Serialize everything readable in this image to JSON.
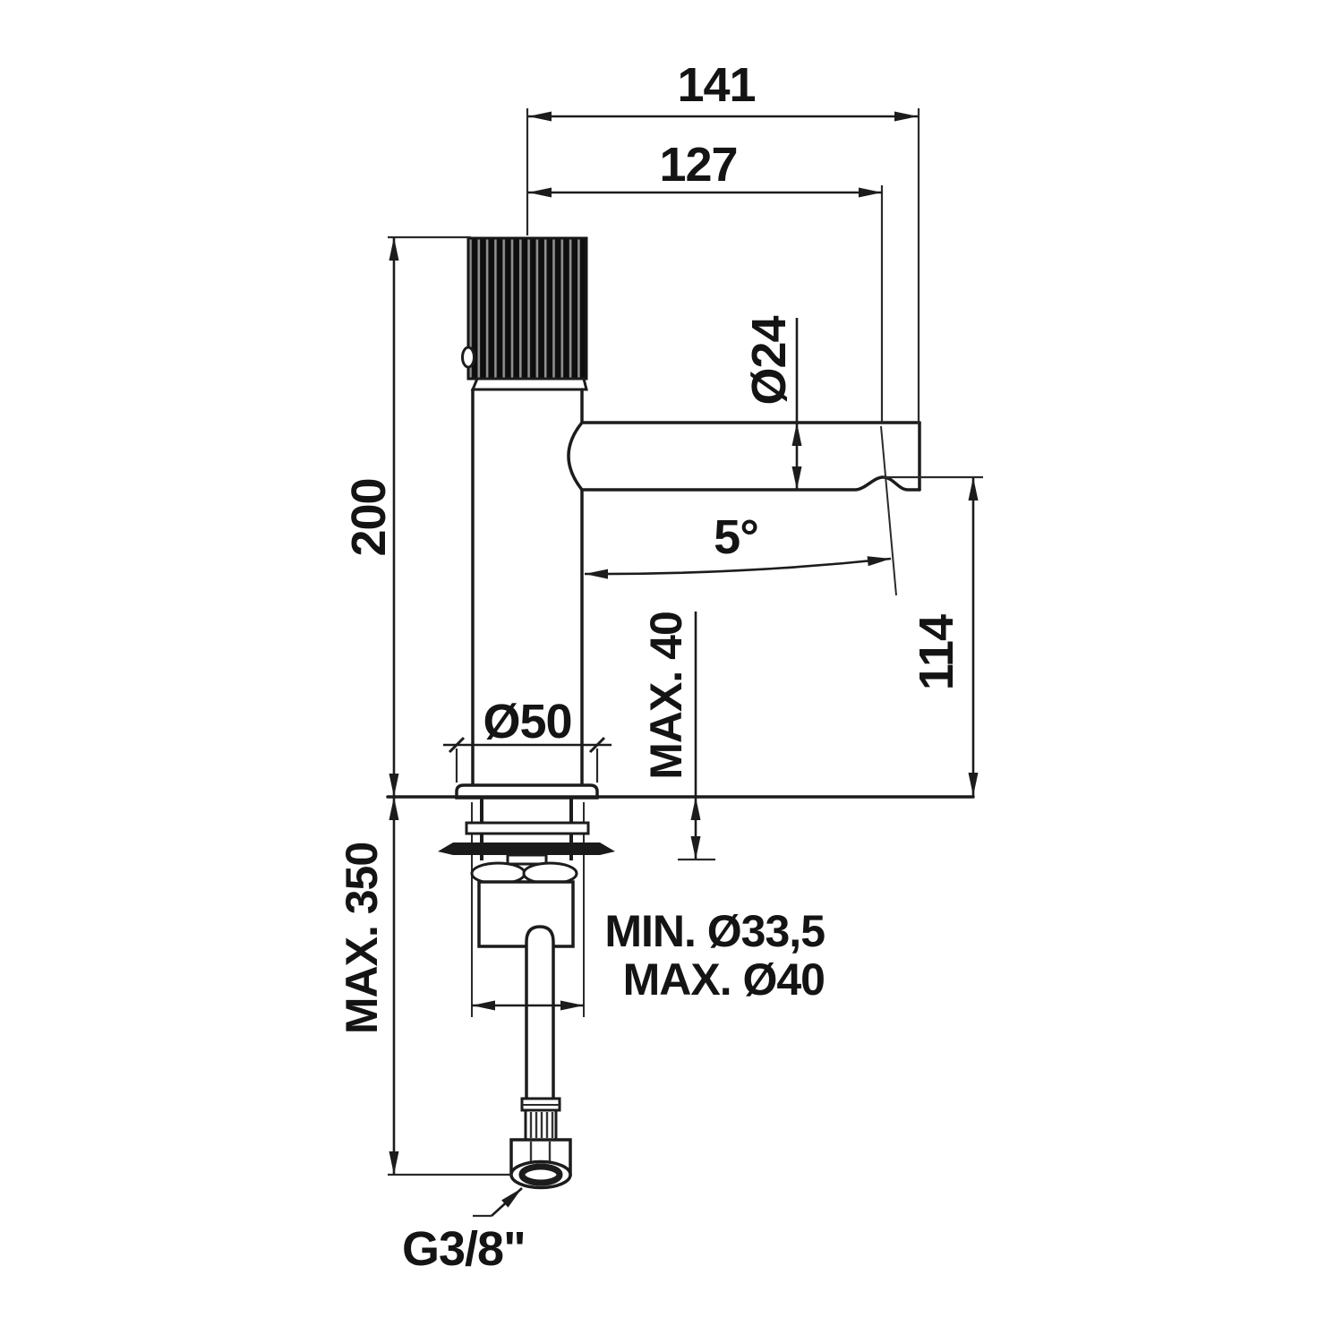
{
  "dimensions": {
    "reach_overall": "141",
    "reach_aerator": "127",
    "spout_diameter": "Ø24",
    "spout_angle": "5°",
    "height_above_deck": "200",
    "aerator_height": "114",
    "base_diameter": "Ø50",
    "deck_thickness_max": "MAX. 40",
    "hose_length_max": "MAX. 350",
    "hole_diameter_min": "MIN. Ø33,5",
    "hole_diameter_max": "MAX. Ø40",
    "inlet_connection": "G3/8\""
  },
  "line_color": "#1c1c1c",
  "background_color": "#ffffff"
}
